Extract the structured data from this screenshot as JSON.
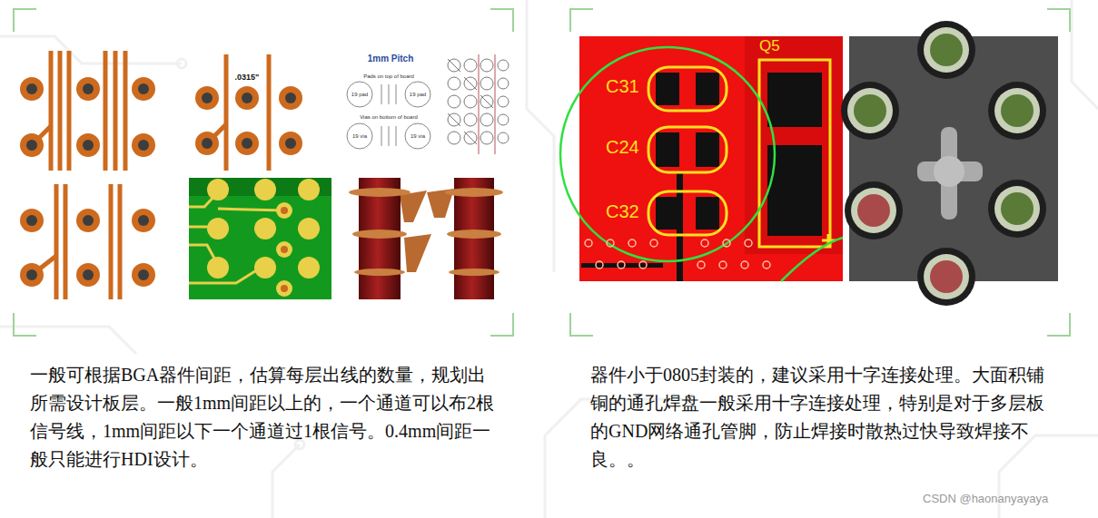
{
  "diagram": {
    "labels": [
      ".0315\"",
      "1mm Pitch",
      "Pads on top of board",
      "19 pad",
      "19 pad",
      "Vias on bottom of board",
      "19 via",
      "19 via",
      "C31",
      "C24",
      "C32",
      "Q5",
      "一般可根据BGA器件间距，估算每层出线的数量，规划出所需设计板层。一般1mm间距以上的，一个通道可以布2根信号线，1mm间距以下一个通道过1根信号。0.4mm间距一般只能进行HDI设计。",
      "器件小于0805封装的，建议采用十字连接处理。大面积铺铜的通孔焊盘一般采用十字连接处理，特别是对于多层板的GND网络通孔管脚，防止焊接时散热过快导致焊接不良。。",
      "CSDN @haonanyayaya"
    ]
  }
}
